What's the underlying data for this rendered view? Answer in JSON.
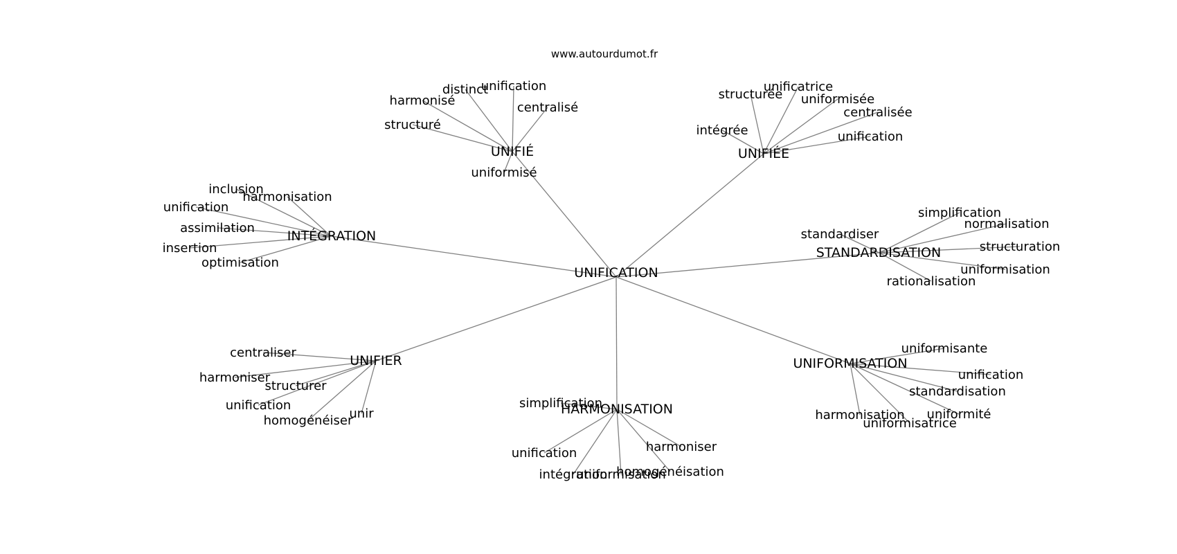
{
  "header": {
    "source": "www.autourdumot.fr"
  },
  "graph": {
    "center": "UNIFICATION",
    "hubs": [
      {
        "id": "unifie-m",
        "label": "UNIFIÉ",
        "words": [
          "unification",
          "distinct",
          "harmonisé",
          "centralisé",
          "structuré",
          "uniformisé"
        ]
      },
      {
        "id": "unifiee",
        "label": "UNIFIÉE",
        "words": [
          "unificatrice",
          "structurée",
          "uniformisée",
          "centralisée",
          "intégrée",
          "unification"
        ]
      },
      {
        "id": "integration",
        "label": "INTÉGRATION",
        "words": [
          "inclusion",
          "harmonisation",
          "unification",
          "assimilation",
          "insertion",
          "optimisation"
        ]
      },
      {
        "id": "standardisation",
        "label": "STANDARDISATION",
        "words": [
          "simplification",
          "standardiser",
          "normalisation",
          "structuration",
          "uniformisation",
          "rationalisation"
        ]
      },
      {
        "id": "unifier",
        "label": "UNIFIER",
        "words": [
          "centraliser",
          "harmoniser",
          "structurer",
          "unification",
          "homogénéiser",
          "unir"
        ]
      },
      {
        "id": "harmonisation",
        "label": "HARMONISATION",
        "words": [
          "simplification",
          "unification",
          "harmoniser",
          "intégration",
          "uniformisation",
          "homogénéisation"
        ]
      },
      {
        "id": "uniformisation",
        "label": "UNIFORMISATION",
        "words": [
          "uniformisante",
          "unification",
          "standardisation",
          "harmonisation",
          "uniformité",
          "uniformisatrice"
        ]
      }
    ]
  }
}
